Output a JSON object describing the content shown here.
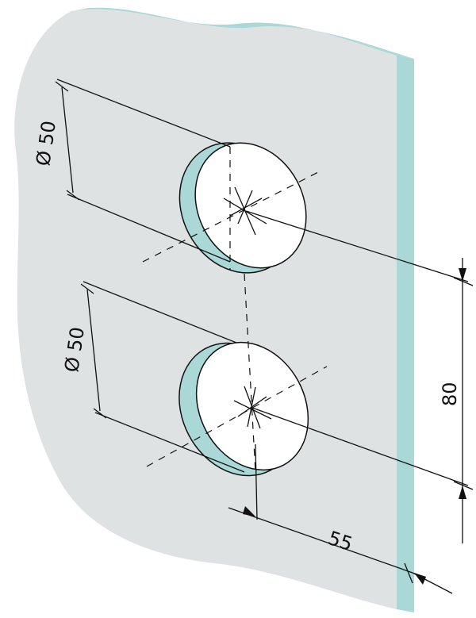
{
  "labels": {
    "hole_diameter_top": "Ø 50",
    "hole_diameter_bottom": "Ø 50",
    "hole_spacing": "80",
    "edge_distance": "55"
  },
  "colors": {
    "panel": "#dfe2e3",
    "glass_edge": "#a9d8d7",
    "hole_face": "#ffffff",
    "line": "#111111"
  }
}
